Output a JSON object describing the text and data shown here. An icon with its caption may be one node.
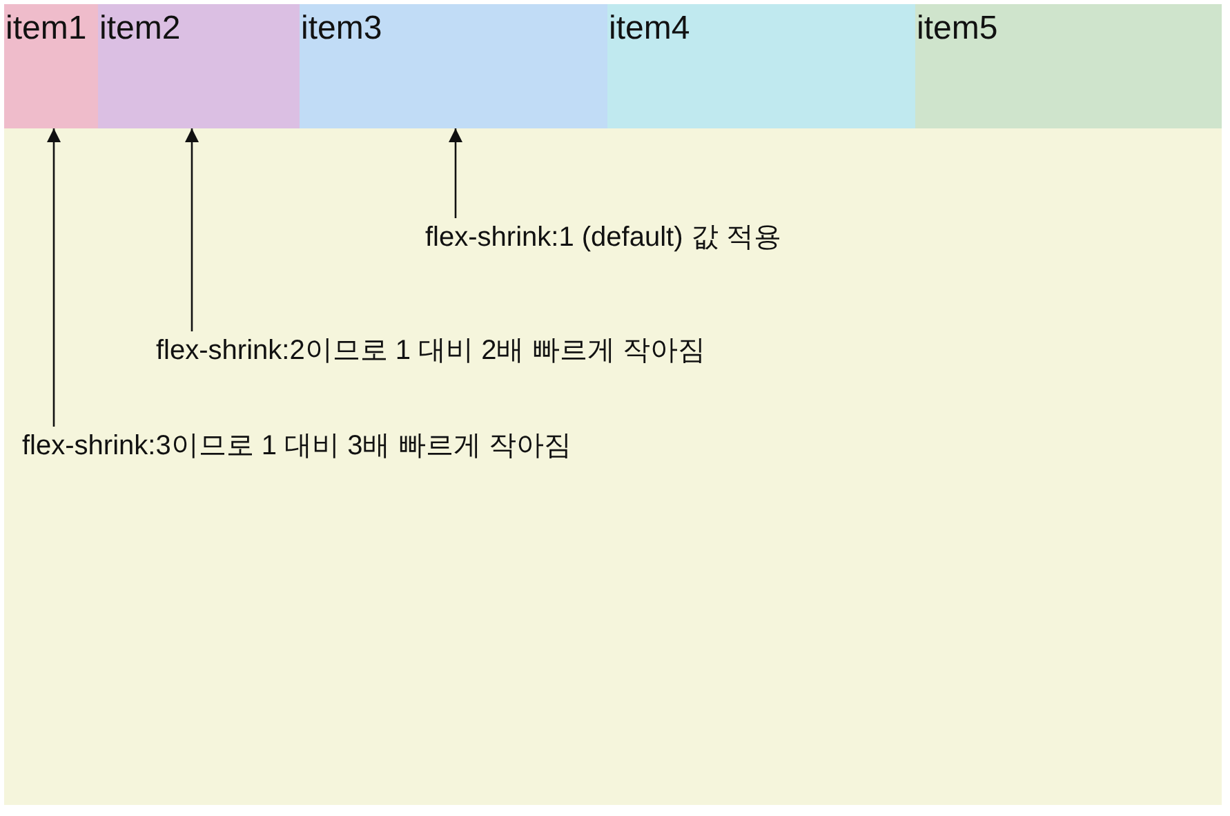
{
  "diagram": {
    "nodes": [
      {
        "text": [],
        "shape": "box"
      },
      {
        "text": [
          "item1"
        ],
        "in": 0
      },
      {
        "text": [
          "item2"
        ],
        "in": 0
      },
      {
        "text": [
          "item3"
        ],
        "in": 0
      },
      {
        "text": [
          "item4"
        ],
        "in": 0
      },
      {
        "text": [
          "item5"
        ],
        "in": 0
      },
      {
        "text": [
          "flex-shrink:1 (default) 값 적용"
        ],
        "in": 0
      },
      {
        "text": [
          "flex-shrink:2이므로 1 대비 2배 빠르게 작아짐"
        ],
        "in": 0
      },
      {
        "text": [
          "flex-shrink:3이므로 1 대비 3배 빠르게 작아짐"
        ],
        "in": 0
      }
    ],
    "edges": [
      {
        "from": 6,
        "to": 3,
        "arrow": "to"
      },
      {
        "from": 7,
        "to": 2,
        "arrow": "to"
      },
      {
        "from": 8,
        "to": 1,
        "arrow": "to"
      }
    ]
  }
}
